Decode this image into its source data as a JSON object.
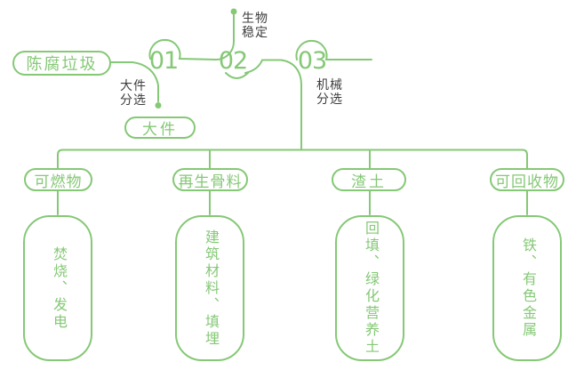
{
  "colors": {
    "green": "#85c876",
    "dark": "#3e3e3e",
    "background": "#ffffff"
  },
  "flow": {
    "source_label": "陈腐垃圾",
    "steps": [
      {
        "number": "01",
        "process_label": "大件\n分选",
        "output_label": "大件"
      },
      {
        "number": "02",
        "process_label": "生物\n稳定"
      },
      {
        "number": "03",
        "process_label": "机械\n分选"
      }
    ]
  },
  "outputs": [
    {
      "category": "可燃物",
      "detail": "焚烧、发电"
    },
    {
      "category": "再生骨料",
      "detail": "建筑材料、填埋"
    },
    {
      "category": "渣土",
      "detail": "回填、绿化营养土"
    },
    {
      "category": "可回收物",
      "detail": "铁、有色金属"
    }
  ]
}
